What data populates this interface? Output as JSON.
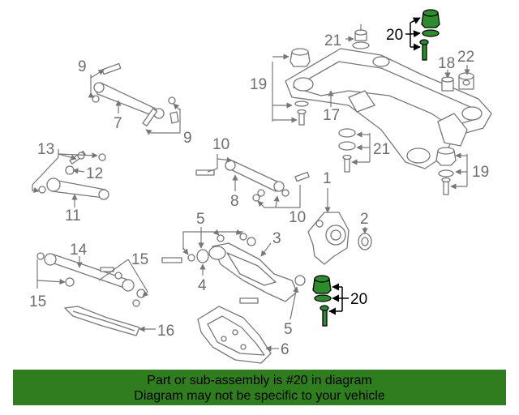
{
  "diagram": {
    "callouts": {
      "c1": "1",
      "c2": "2",
      "c3": "3",
      "c4": "4",
      "c5a": "5",
      "c5b": "5",
      "c6": "6",
      "c7": "7",
      "c8": "8",
      "c9a": "9",
      "c9b": "9",
      "c10a": "10",
      "c10b": "10",
      "c11": "11",
      "c12": "12",
      "c13": "13",
      "c14": "14",
      "c15a": "15",
      "c15b": "15",
      "c16": "16",
      "c17": "17",
      "c18": "18",
      "c19a": "19",
      "c19b": "19",
      "c20a": "20",
      "c20b": "20",
      "c21a": "21",
      "c21b": "21",
      "c22": "22"
    },
    "highlight_color": "#2e8b2e"
  },
  "banner": {
    "line1": "Part or sub-assembly is #20 in diagram",
    "line2": "Diagram may not be specific to your vehicle",
    "background": "#2f7d1f"
  }
}
